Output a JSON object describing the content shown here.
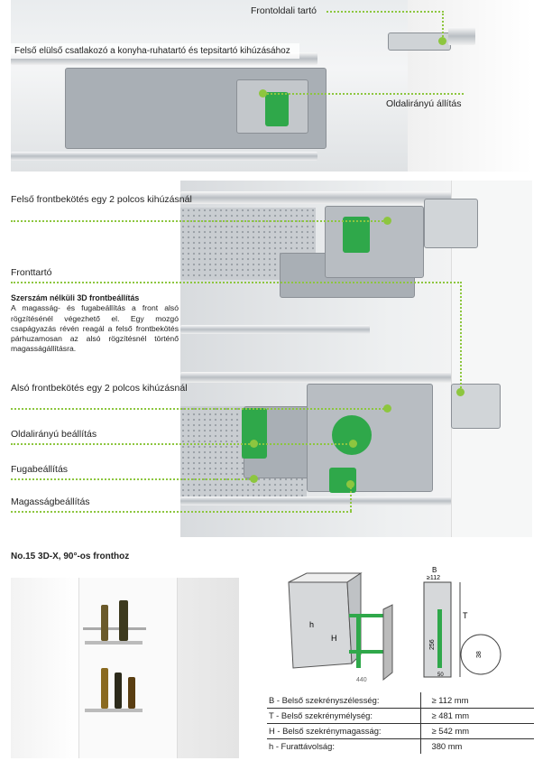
{
  "labels": {
    "frontoldali_tarto": "Frontoldali tartó",
    "felso_elulso": "Felső elülső csatlakozó a konyha-ruhatartó és tepsitartó kihúzásához",
    "oldalir_allitas": "Oldalirányú állítás",
    "felso_frontbekotes": "Felső frontbekötés egy 2 polcos kihúzásnál",
    "fronttarto": "Fronttartó",
    "also_frontbekotes": "Alsó frontbekötés egy 2 polcos kihúzásnál",
    "oldalir_beallitas": "Oldalirányú beállítás",
    "fugabeallitas": "Fugabeállítás",
    "magassagbeallitas": "Magasságbeállítás"
  },
  "description": {
    "heading": "Szerszám nélküli 3D frontbeállítás",
    "body": "A magasság- és fugabeállítás a front alsó rögzítésénél végezhető el. Egy mozgó csapágyazás révén reagál a felső frontbekötés párhuzamosan az alsó rögzítésnél történő magasságállításra."
  },
  "product_title": "No.15 3D-X, 90°-os fronthoz",
  "diagram": {
    "h": "h",
    "H": "H",
    "depth": "440",
    "B": "B",
    "B_min": "≥112",
    "T": "T",
    "d1": "256",
    "d2": "38",
    "d3": "50"
  },
  "specs": [
    {
      "label": "B - Belső szekrényszélesség:",
      "value": "≥ 112 mm"
    },
    {
      "label": "T - Belső szekrénymélység:",
      "value": "≥ 481 mm"
    },
    {
      "label": "H - Belső szekrénymagasság:",
      "value": "≥ 542 mm"
    },
    {
      "label": "h - Furattávolság:",
      "value": "380 mm"
    }
  ],
  "colors": {
    "accent": "#8dc63f",
    "part_green": "#2fa84a"
  }
}
